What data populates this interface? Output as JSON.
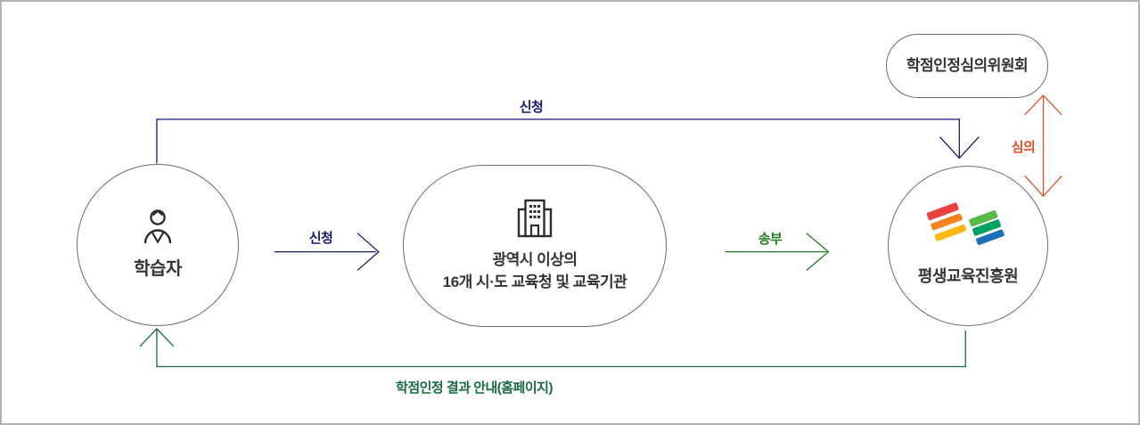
{
  "colors": {
    "navy": "#141a6e",
    "green": "#1f7e1f",
    "dark_green": "#156b3d",
    "orange_red": "#e5501e",
    "node_outline": "#6a6c70",
    "text": "#333333",
    "logo_red": "#e8423e",
    "logo_orange": "#f58220",
    "logo_yellow": "#f9b916",
    "logo_light_green": "#57b947",
    "logo_green": "#00a163",
    "logo_blue": "#1c70b8"
  },
  "nodes": {
    "learner": {
      "label": "학습자",
      "icon": "person-icon"
    },
    "education_office": {
      "line1": "광역시 이상의",
      "line2": "16개 시·도 교육청 및 교육기관",
      "icon": "building-icon"
    },
    "institute": {
      "label": "평생교육진흥원",
      "icon": "striped-books-logo"
    },
    "committee": {
      "label": "학점인정심의위원회"
    }
  },
  "edges": {
    "apply_top": "신청",
    "apply_direct": "신청",
    "send": "송부",
    "review": "심의",
    "result_notice": "학점인정 결과 안내(홈페이지)"
  }
}
